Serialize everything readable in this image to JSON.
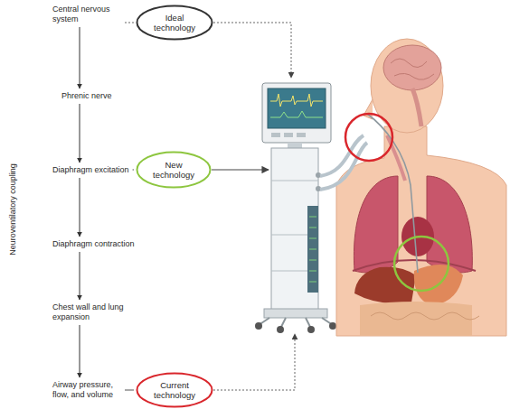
{
  "diagram": {
    "nodes": [
      {
        "text": [
          "Central nervous system"
        ]
      },
      {
        "text": [
          "Ideal technology"
        ]
      },
      {
        "text": [
          "Phrenic nerve"
        ]
      },
      {
        "text": [
          "Diaphragm excitation"
        ]
      },
      {
        "text": [
          "New technology"
        ]
      },
      {
        "text": [
          "Diaphragm contraction"
        ]
      },
      {
        "text": [
          "Chest wall and lung expansion"
        ]
      },
      {
        "text": [
          "Airway pressure, flow, and volume"
        ]
      },
      {
        "text": [
          "Current technology"
        ]
      }
    ],
    "edges": [
      {
        "from": 0,
        "to": 2,
        "arrow": "to"
      },
      {
        "from": 2,
        "to": 3,
        "arrow": "to"
      },
      {
        "from": 3,
        "to": 5,
        "arrow": "to"
      },
      {
        "from": 5,
        "to": 6,
        "arrow": "to"
      },
      {
        "from": 6,
        "to": 7,
        "arrow": "to"
      },
      {
        "from": 0,
        "to": 1,
        "arrow": "none"
      },
      {
        "from": 3,
        "to": 4,
        "arrow": "none"
      },
      {
        "from": 7,
        "to": 8,
        "arrow": "none"
      }
    ],
    "labels": [
      "Neuroventilatory coupling"
    ]
  }
}
